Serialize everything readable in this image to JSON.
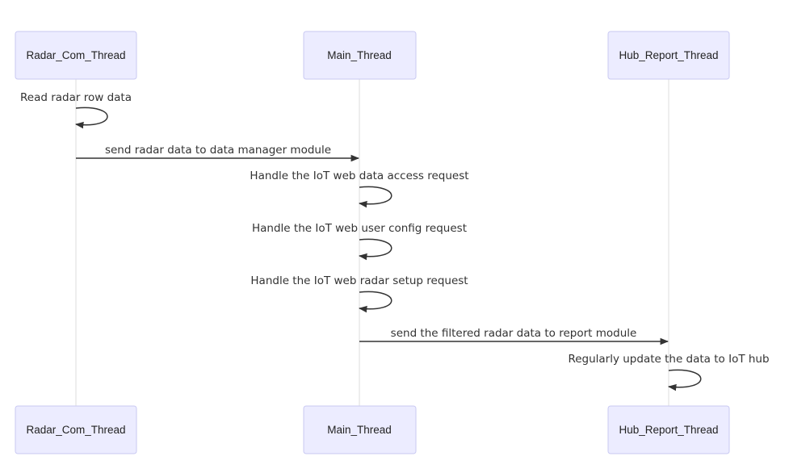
{
  "diagram": {
    "type": "sequence",
    "participants": [
      {
        "id": "radar",
        "label": "Radar_Com_Thread"
      },
      {
        "id": "main",
        "label": "Main_Thread"
      },
      {
        "id": "hub",
        "label": "Hub_Report_Thread"
      }
    ],
    "messages": [
      {
        "from": "radar",
        "to": "radar",
        "text": "Read radar row data"
      },
      {
        "from": "radar",
        "to": "main",
        "text": "send radar data to data manager module"
      },
      {
        "from": "main",
        "to": "main",
        "text": "Handle the IoT web data access request"
      },
      {
        "from": "main",
        "to": "main",
        "text": "Handle the IoT web user config request"
      },
      {
        "from": "main",
        "to": "main",
        "text": "Handle the IoT web radar setup request"
      },
      {
        "from": "main",
        "to": "hub",
        "text": "send the filtered radar data to report module"
      },
      {
        "from": "hub",
        "to": "hub",
        "text": "Regularly update the data to IoT hub"
      }
    ],
    "colors": {
      "actor_fill": "#ececff",
      "actor_border": "#c9c9f2",
      "line": "#333333",
      "lifeline": "#dedede",
      "text": "#333333"
    }
  }
}
